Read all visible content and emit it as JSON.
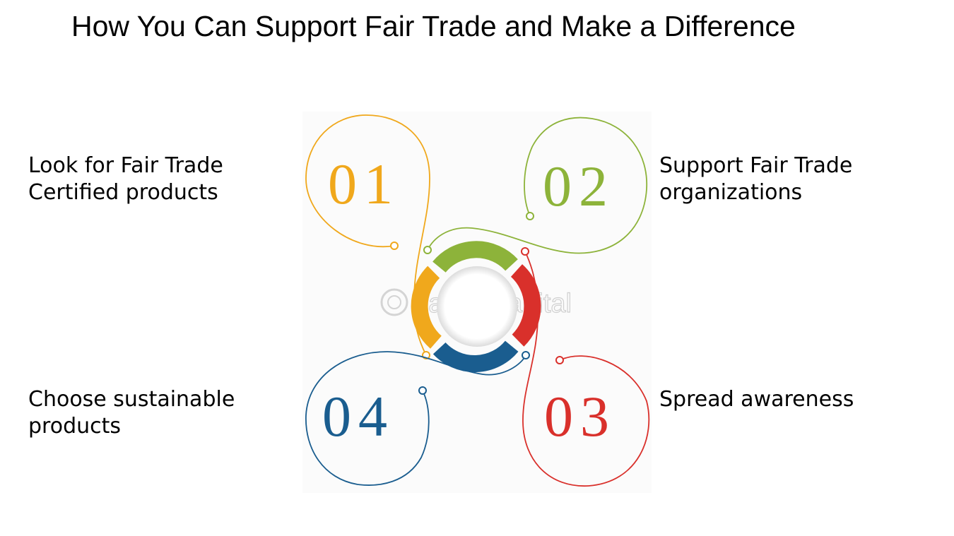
{
  "title": "How You Can Support Fair Trade and Make a Difference",
  "steps": [
    {
      "number": "01",
      "text": "Look for Fair Trade\nCertified products",
      "color": "#f0a81c"
    },
    {
      "number": "02",
      "text": "Support Fair Trade\norganizations",
      "color": "#8db33a"
    },
    {
      "number": "03",
      "text": "Spread awareness",
      "color": "#d9302b"
    },
    {
      "number": "04",
      "text": "Choose sustainable\nproducts",
      "color": "#1a5d8f"
    }
  ],
  "watermark": "FasterCapital"
}
